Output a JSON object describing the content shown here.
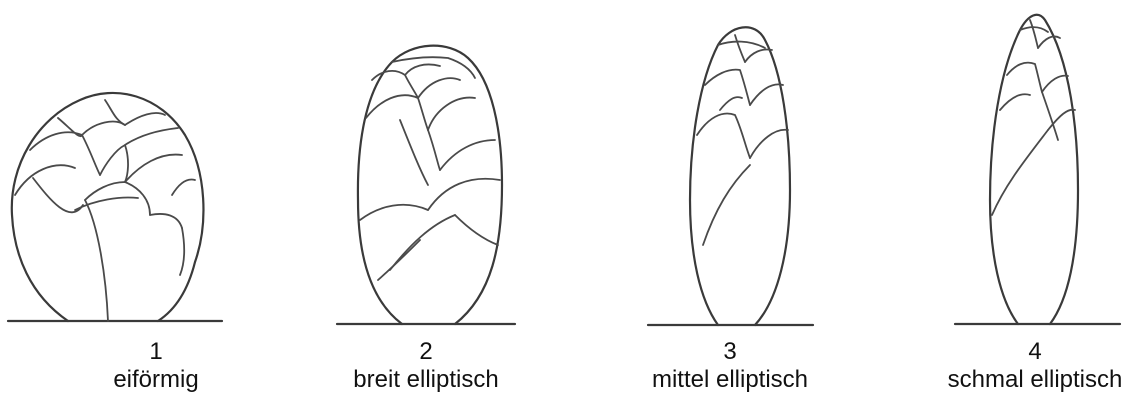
{
  "shapes": [
    {
      "number": "1",
      "label": "eiförmig"
    },
    {
      "number": "2",
      "label": "breit elliptisch"
    },
    {
      "number": "3",
      "label": "mittel elliptisch"
    },
    {
      "number": "4",
      "label": "schmal elliptisch"
    }
  ],
  "colors": {
    "line": "#3a3a3a",
    "background": "#ffffff"
  }
}
